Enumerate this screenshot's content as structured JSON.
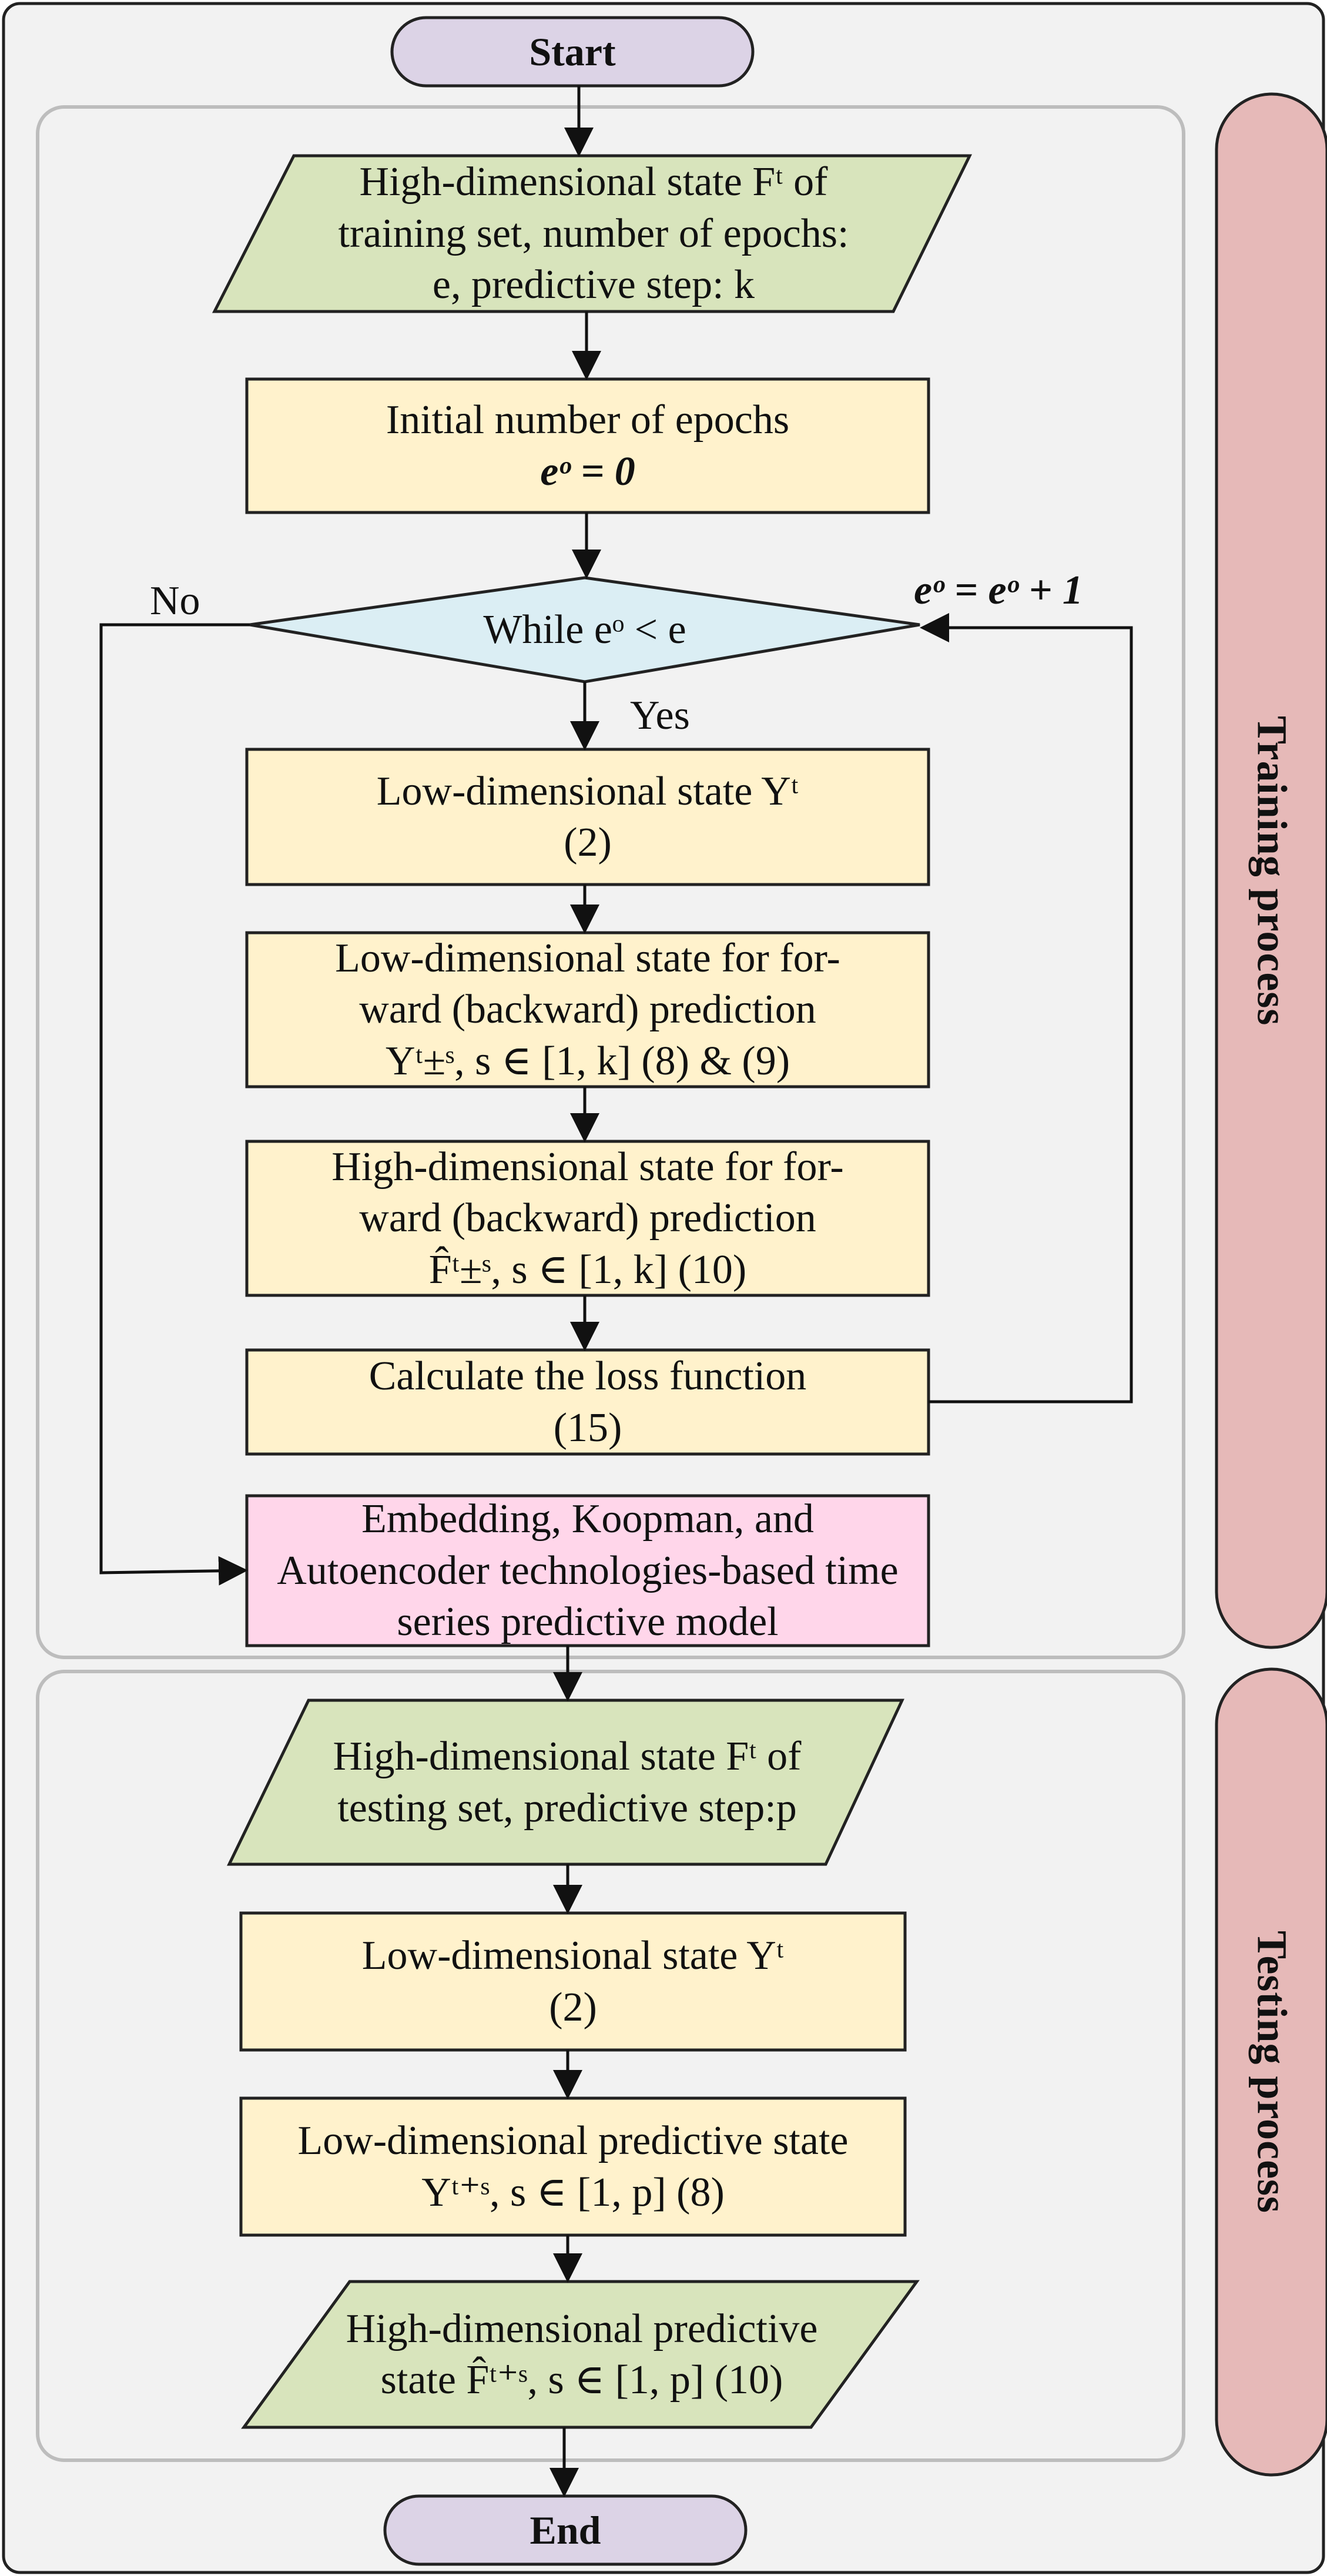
{
  "terminals": {
    "start": "Start",
    "end": "End"
  },
  "training": {
    "label": "Training process",
    "input": [
      "High-dimensional state Fᵗ of",
      "training set, number of epochs:",
      "e, predictive step: k"
    ],
    "init": [
      "Initial number of epochs",
      "eᵒ = 0"
    ],
    "decision": "While eᵒ < e",
    "decision_no": "No",
    "decision_yes": "Yes",
    "increment": "eᵒ = eᵒ + 1",
    "low_dim": [
      "Low-dimensional state Yᵗ",
      "(2)"
    ],
    "low_dim_pred": [
      "Low-dimensional state for for-",
      "ward (backward) prediction",
      "Yᵗ±ˢ, s ∈ [1, k] (8) & (9)"
    ],
    "high_dim_pred": [
      "High-dimensional state for for-",
      "ward (backward) prediction",
      "F̂ᵗ±ˢ, s ∈ [1, k] (10)"
    ],
    "loss": [
      "Calculate the loss function",
      "(15)"
    ],
    "model": [
      "Embedding, Koopman, and",
      "Autoencoder technologies-based time",
      "series predictive model"
    ]
  },
  "testing": {
    "label": "Testing process",
    "input": [
      "High-dimensional state Fᵗ of",
      "testing set, predictive step:p"
    ],
    "low_dim": [
      "Low-dimensional state Yᵗ",
      "(2)"
    ],
    "low_dim_pred": [
      "Low-dimensional predictive state",
      "Yᵗ⁺ˢ, s ∈ [1, p] (8)"
    ],
    "output": [
      "High-dimensional predictive",
      "state F̂ᵗ⁺ˢ, s ∈ [1, p] (10)"
    ]
  },
  "colors": {
    "background": "#f2f2f2",
    "terminal": "#dcd3e6",
    "io": "#d8e4bc",
    "process": "#fff2cc",
    "decision": "#dbeef4",
    "model": "#ffd6ea",
    "side_label": "#e6b9b8"
  }
}
